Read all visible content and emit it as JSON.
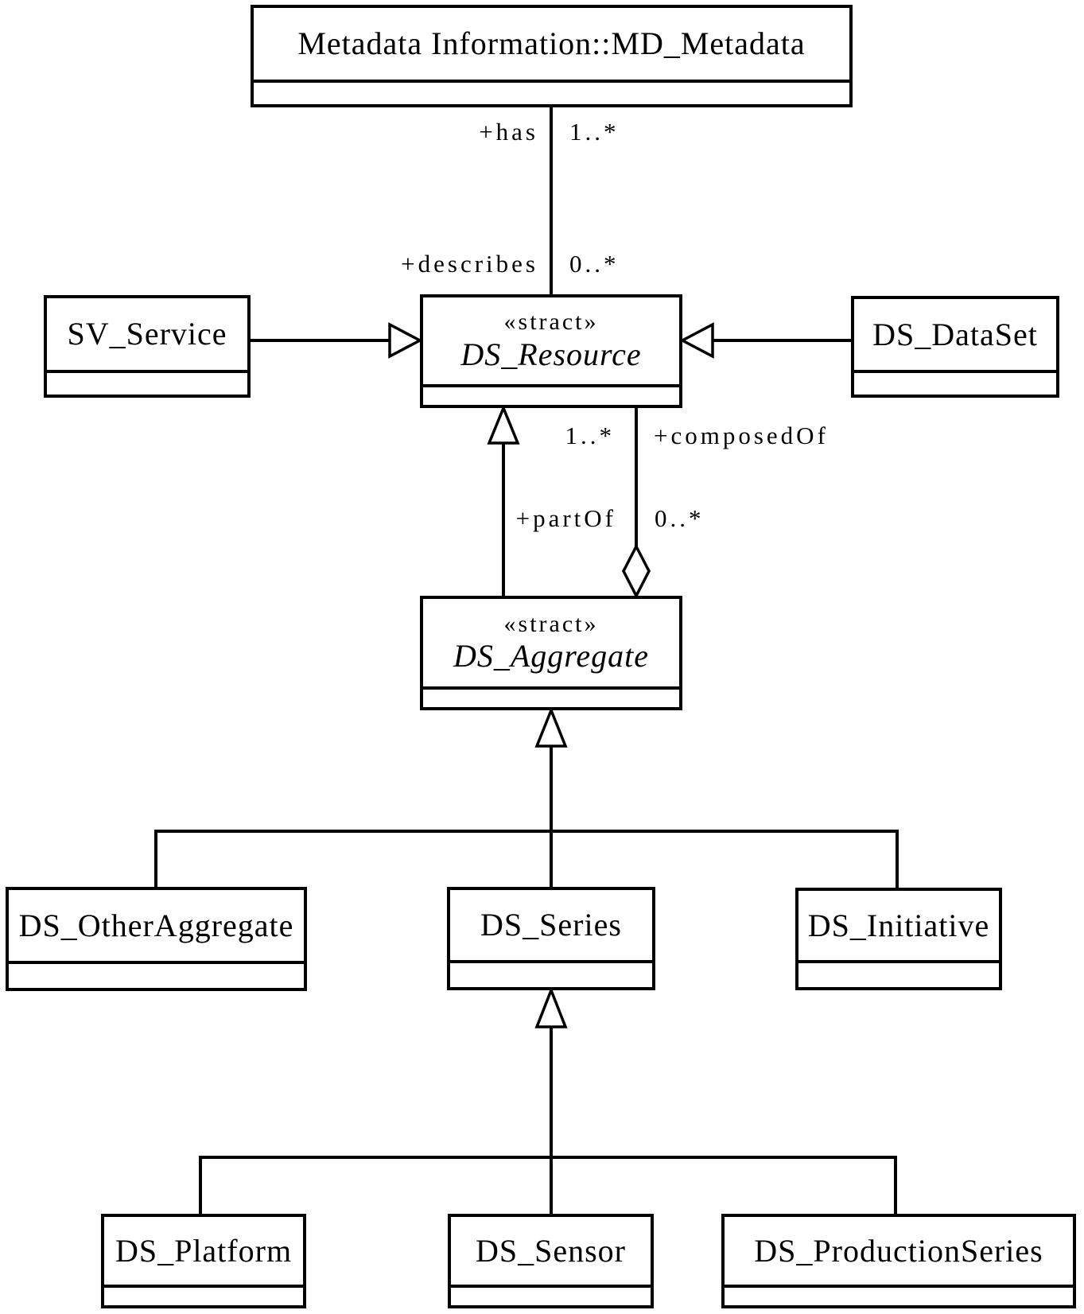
{
  "diagram": {
    "title": "DS_Aggregate UML class diagram",
    "classes": [
      {
        "id": "md_metadata",
        "name": "Metadata Information::MD_Metadata",
        "stereotype": "",
        "abstract": false
      },
      {
        "id": "sv_service",
        "name": "SV_Service",
        "stereotype": "",
        "abstract": false
      },
      {
        "id": "ds_resource",
        "name": "DS_Resource",
        "stereotype": "«stract»",
        "abstract": true
      },
      {
        "id": "ds_dataset",
        "name": "DS_DataSet",
        "stereotype": "",
        "abstract": false
      },
      {
        "id": "ds_aggregate",
        "name": "DS_Aggregate",
        "stereotype": "«stract»",
        "abstract": true
      },
      {
        "id": "ds_otheraggregate",
        "name": "DS_OtherAggregate",
        "stereotype": "",
        "abstract": false
      },
      {
        "id": "ds_series",
        "name": "DS_Series",
        "stereotype": "",
        "abstract": false
      },
      {
        "id": "ds_initiative",
        "name": "DS_Initiative",
        "stereotype": "",
        "abstract": false
      },
      {
        "id": "ds_platform",
        "name": "DS_Platform",
        "stereotype": "",
        "abstract": false
      },
      {
        "id": "ds_sensor",
        "name": "DS_Sensor",
        "stereotype": "",
        "abstract": false
      },
      {
        "id": "ds_productionseries",
        "name": "DS_ProductionSeries",
        "stereotype": "",
        "abstract": false
      }
    ],
    "labels": {
      "has_role": "+has",
      "has_mult": "1..*",
      "describes_role": "+describes",
      "describes_mult": "0..*",
      "composedof_mult": "1..*",
      "composedof_role": "+composedOf",
      "partof_role": "+partOf",
      "partof_mult": "0..*"
    },
    "relationships": [
      {
        "type": "association",
        "from": "MD_Metadata",
        "to": "DS_Resource",
        "from_role": "+has",
        "from_mult": "1..*",
        "to_role": "+describes",
        "to_mult": "0..*"
      },
      {
        "type": "generalization",
        "from": "SV_Service",
        "to": "DS_Resource"
      },
      {
        "type": "generalization",
        "from": "DS_DataSet",
        "to": "DS_Resource"
      },
      {
        "type": "generalization",
        "from": "DS_Aggregate",
        "to": "DS_Resource"
      },
      {
        "type": "aggregation",
        "from": "DS_Aggregate",
        "to": "DS_Resource",
        "diamond_end": "DS_Aggregate",
        "near_resource": "1..* +composedOf",
        "near_aggregate": "+partOf 0..*"
      },
      {
        "type": "generalization",
        "from": "DS_OtherAggregate",
        "to": "DS_Aggregate"
      },
      {
        "type": "generalization",
        "from": "DS_Series",
        "to": "DS_Aggregate"
      },
      {
        "type": "generalization",
        "from": "DS_Initiative",
        "to": "DS_Aggregate"
      },
      {
        "type": "generalization",
        "from": "DS_Platform",
        "to": "DS_Series"
      },
      {
        "type": "generalization",
        "from": "DS_Sensor",
        "to": "DS_Series"
      },
      {
        "type": "generalization",
        "from": "DS_ProductionSeries",
        "to": "DS_Series"
      }
    ],
    "colors": {
      "line": "#000000",
      "background": "#ffffff"
    }
  }
}
